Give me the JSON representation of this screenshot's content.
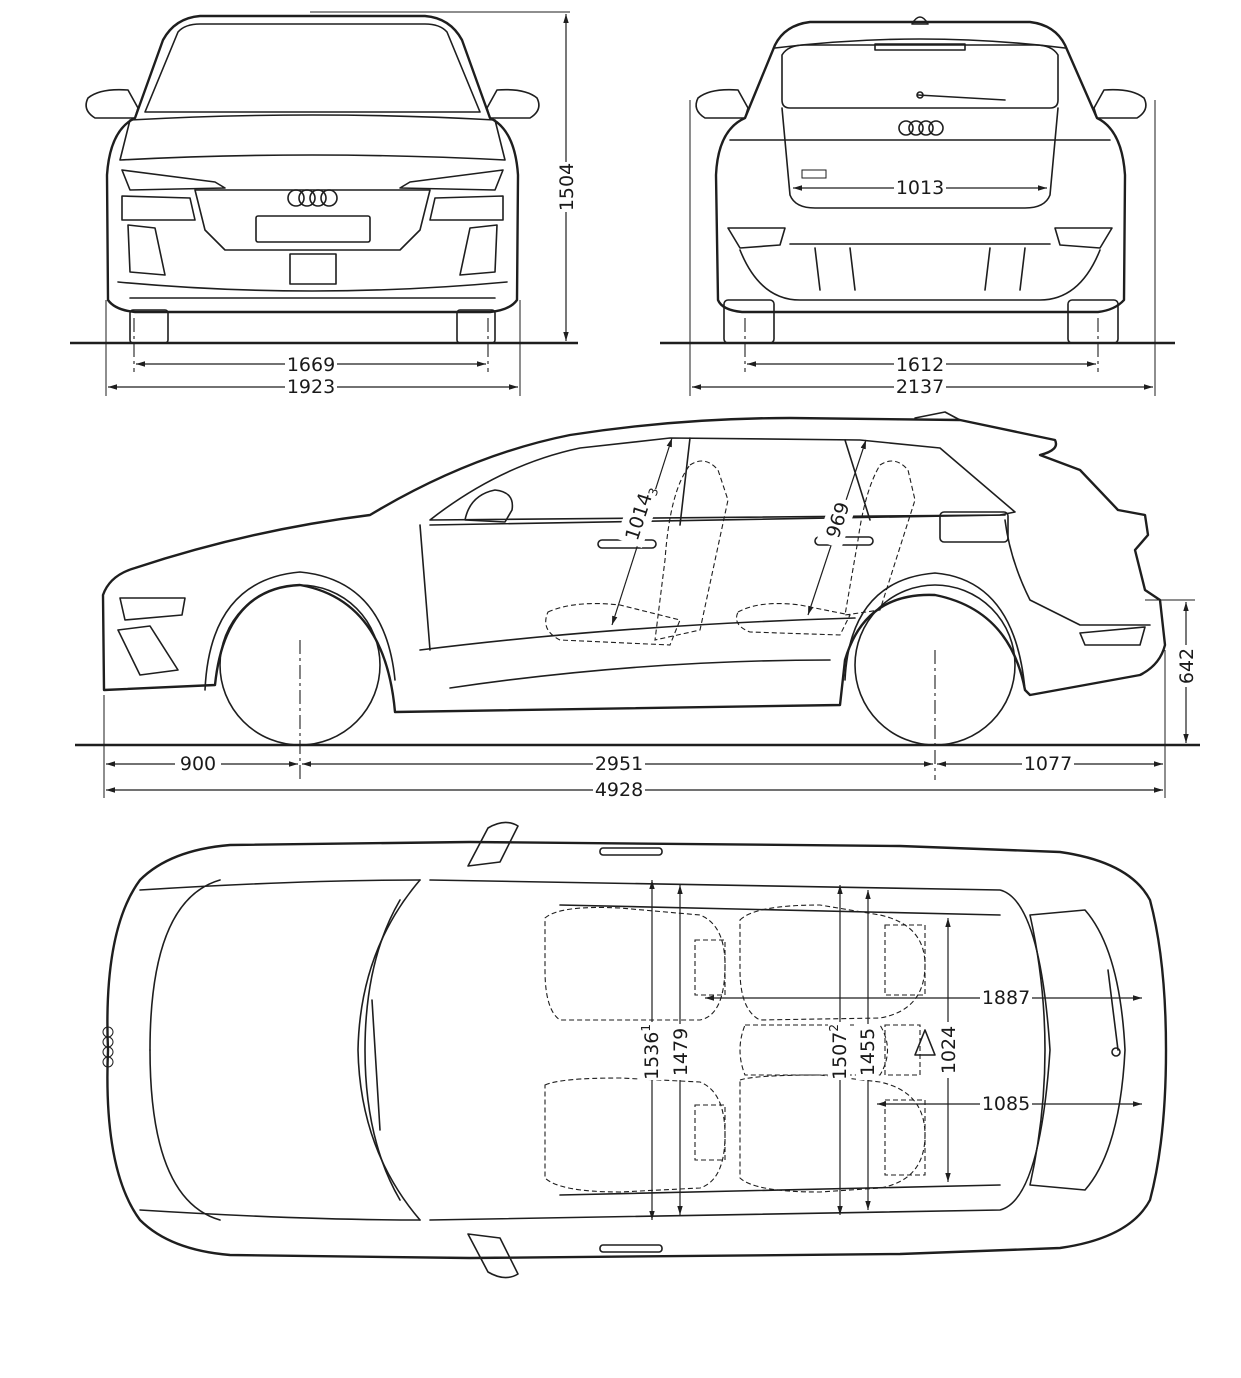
{
  "colors": {
    "line": "#1e1e1e",
    "background": "#ffffff"
  },
  "front_view": {
    "height": "1504",
    "track": "1669",
    "width": "1923"
  },
  "rear_view": {
    "trunk_opening_width": "1013",
    "track": "1612",
    "width_incl_mirrors": "2137"
  },
  "side_view": {
    "front_headroom": "1014",
    "front_headroom_note": "3",
    "rear_headroom": "969",
    "loading_sill_height": "642",
    "front_overhang": "900",
    "wheelbase": "2951",
    "rear_overhang": "1077",
    "length": "4928"
  },
  "top_view": {
    "front_shoulder_width": "1536",
    "front_shoulder_note": "1",
    "front_elbow_width": "1479",
    "rear_shoulder_width": "1507",
    "rear_shoulder_note": "2",
    "rear_elbow_width": "1455",
    "cargo_width": "1024",
    "cargo_length_front_seats": "1887",
    "cargo_length": "1085"
  },
  "icons": [
    "four-rings-logo",
    "rear-model-badge"
  ]
}
